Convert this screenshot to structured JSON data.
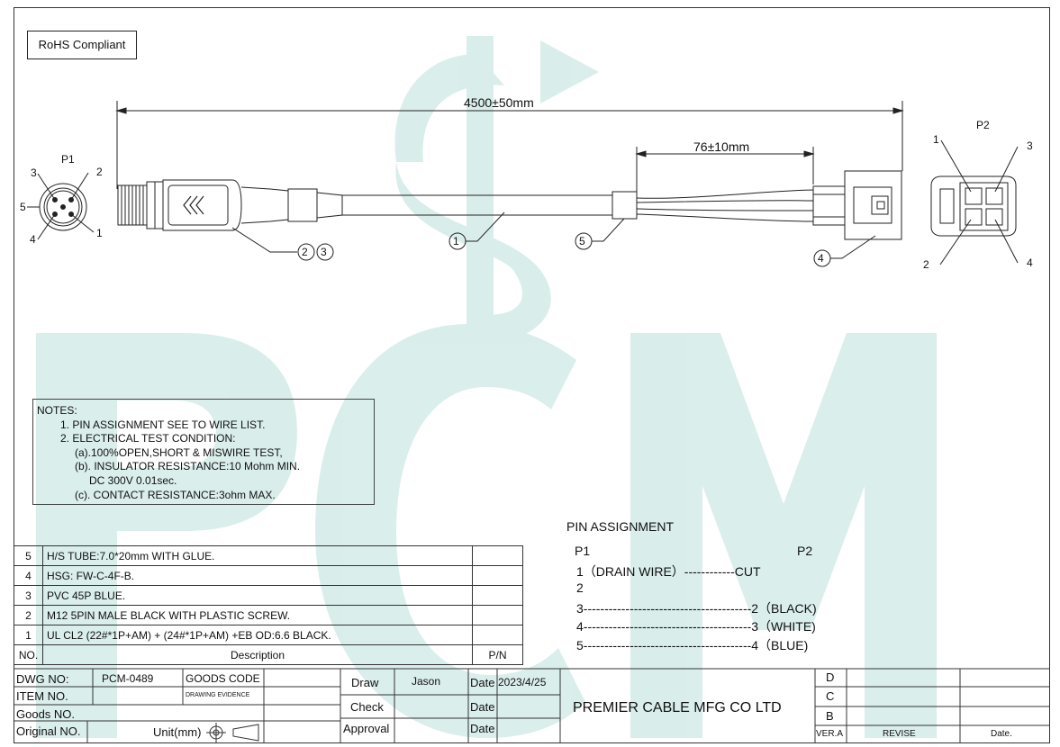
{
  "rohs": "RoHS Compliant",
  "dimensions": {
    "overall": "4500±50mm",
    "breakout": "76±10mm"
  },
  "connectors": {
    "p1": {
      "label": "P1",
      "pins": [
        "1",
        "2",
        "3",
        "4",
        "5"
      ]
    },
    "p2": {
      "label": "P2",
      "pins": [
        "1",
        "2",
        "3",
        "4"
      ]
    }
  },
  "callouts": [
    "①",
    "②③",
    "④",
    "⑤"
  ],
  "watermark": "PCM",
  "notes": {
    "title": "NOTES:",
    "lines": [
      "1. PIN ASSIGNMENT SEE TO WIRE LIST.",
      "2. ELECTRICAL TEST CONDITION:",
      "(a).100%OPEN,SHORT & MISWIRE TEST,",
      "(b). INSULATOR RESISTANCE:10 Mohm MIN.",
      "DC 300V 0.01sec.",
      "(c). CONTACT RESISTANCE:3ohm MAX."
    ]
  },
  "pin_assignment": {
    "title": "PIN  ASSIGNMENT",
    "p1_header": "P1",
    "p2_header": "P2",
    "rows": [
      " 1（DRAIN WIRE）------------CUT",
      " 2",
      "3----------------------------------------2（BLACK)",
      "4----------------------------------------3（WHITE)",
      "5----------------------------------------4（BLUE)"
    ]
  },
  "bom": {
    "rows": [
      {
        "no": "5",
        "desc": "H/S TUBE:7.0*20mm WITH GLUE.",
        "pn": ""
      },
      {
        "no": "4",
        "desc": "HSG:  FW-C-4F-B.",
        "pn": ""
      },
      {
        "no": "3",
        "desc": "PVC 45P BLUE.",
        "pn": ""
      },
      {
        "no": "2",
        "desc": "M12 5PIN MALE  BLACK WITH PLASTIC SCREW.",
        "pn": ""
      },
      {
        "no": "1",
        "desc": "UL CL2  (22#*1P+AM) + (24#*1P+AM) +EB  OD:6.6  BLACK.",
        "pn": ""
      }
    ],
    "header": {
      "no": "NO.",
      "desc": "Description",
      "pn": "P/N"
    }
  },
  "title_block": {
    "dwg_no_label": "DWG NO:",
    "dwg_no": "PCM-0489",
    "goods_code_label": "GOODS CODE",
    "drawing_evidence": "DRAWING EVIDENCE",
    "item_no_label": "ITEM NO.",
    "goods_no_label": "Goods NO.",
    "original_no_label": "Original NO.",
    "unit": "Unit(mm)",
    "draw_label": "Draw",
    "drawer": "Jason",
    "check_label": "Check",
    "approval_label": "Approval",
    "date_label": "Date",
    "date": "2023/4/25",
    "company": "PREMIER CABLE MFG CO LTD",
    "rev_rows": [
      "D",
      "C",
      "B"
    ],
    "ver": "VER.A",
    "revise": "REVISE",
    "date_col": "Date."
  }
}
